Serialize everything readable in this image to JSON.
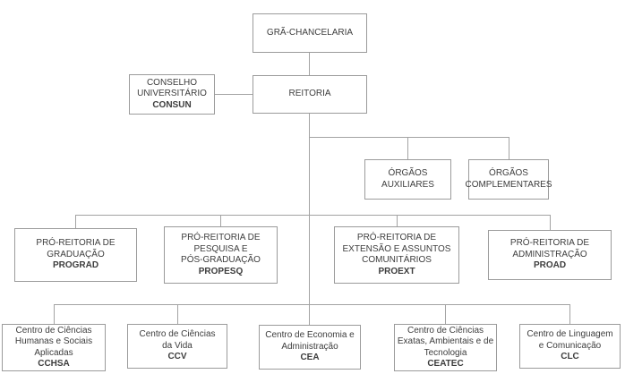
{
  "diagram": {
    "type": "org-chart",
    "language": "pt-BR"
  },
  "colors": {
    "background": "#ffffff",
    "node_fill": "#ffffff",
    "node_border": "#9b9b9b",
    "connector_line": "#a3a3a3",
    "text": "#3d3d3d"
  },
  "nodes": {
    "gra_chancelaria": {
      "lines": [
        "GRÃ-CHANCELARIA"
      ]
    },
    "consun": {
      "lines": [
        "CONSELHO",
        "UNIVERSITÁRIO"
      ],
      "acronym": "CONSUN"
    },
    "reitoria": {
      "lines": [
        "REITORIA"
      ]
    },
    "orgaos_auxiliares": {
      "lines": [
        "ÓRGÃOS",
        "AUXILIARES"
      ]
    },
    "orgaos_complementares": {
      "lines": [
        "ÓRGÃOS",
        "COMPLEMENTARES"
      ]
    },
    "prograd": {
      "lines": [
        "PRÓ-REITORIA DE",
        "GRADUAÇÃO"
      ],
      "acronym": "PROGRAD"
    },
    "propesq": {
      "lines": [
        "PRÓ-REITORIA DE",
        "PESQUISA E",
        "PÓS-GRADUAÇÃO"
      ],
      "acronym": "PROPESQ"
    },
    "proext": {
      "lines": [
        "PRÓ-REITORIA DE",
        "EXTENSÃO E ASSUNTOS",
        "COMUNITÁRIOS"
      ],
      "acronym": "PROEXT"
    },
    "proad": {
      "lines": [
        "PRÓ-REITORIA DE",
        "ADMINISTRAÇÃO"
      ],
      "acronym": "PROAD"
    },
    "cchsa": {
      "lines": [
        "Centro de Ciências",
        "Humanas e Sociais",
        "Aplicadas"
      ],
      "acronym": "CCHSA"
    },
    "ccv": {
      "lines": [
        "Centro de Ciências",
        "da Vida"
      ],
      "acronym": "CCV"
    },
    "cea": {
      "lines": [
        "Centro de Economia e",
        "Administração"
      ],
      "acronym": "CEA"
    },
    "ceatec": {
      "lines": [
        "Centro de Ciências",
        "Exatas, Ambientais e de",
        "Tecnologia"
      ],
      "acronym": "CEATEC"
    },
    "clc": {
      "lines": [
        "Centro de Linguagem",
        "e Comunicação"
      ],
      "acronym": "CLC"
    }
  },
  "edges": [
    {
      "from": "gra_chancelaria",
      "to": "reitoria"
    },
    {
      "from": "reitoria",
      "to": "consun",
      "type": "lateral"
    },
    {
      "from": "reitoria",
      "to": "orgaos_auxiliares"
    },
    {
      "from": "reitoria",
      "to": "orgaos_complementares"
    },
    {
      "from": "reitoria",
      "to": "prograd"
    },
    {
      "from": "reitoria",
      "to": "propesq"
    },
    {
      "from": "reitoria",
      "to": "proext"
    },
    {
      "from": "reitoria",
      "to": "proad"
    },
    {
      "from": "reitoria",
      "to": "cchsa"
    },
    {
      "from": "reitoria",
      "to": "ccv"
    },
    {
      "from": "reitoria",
      "to": "cea"
    },
    {
      "from": "reitoria",
      "to": "ceatec"
    },
    {
      "from": "reitoria",
      "to": "clc"
    }
  ]
}
